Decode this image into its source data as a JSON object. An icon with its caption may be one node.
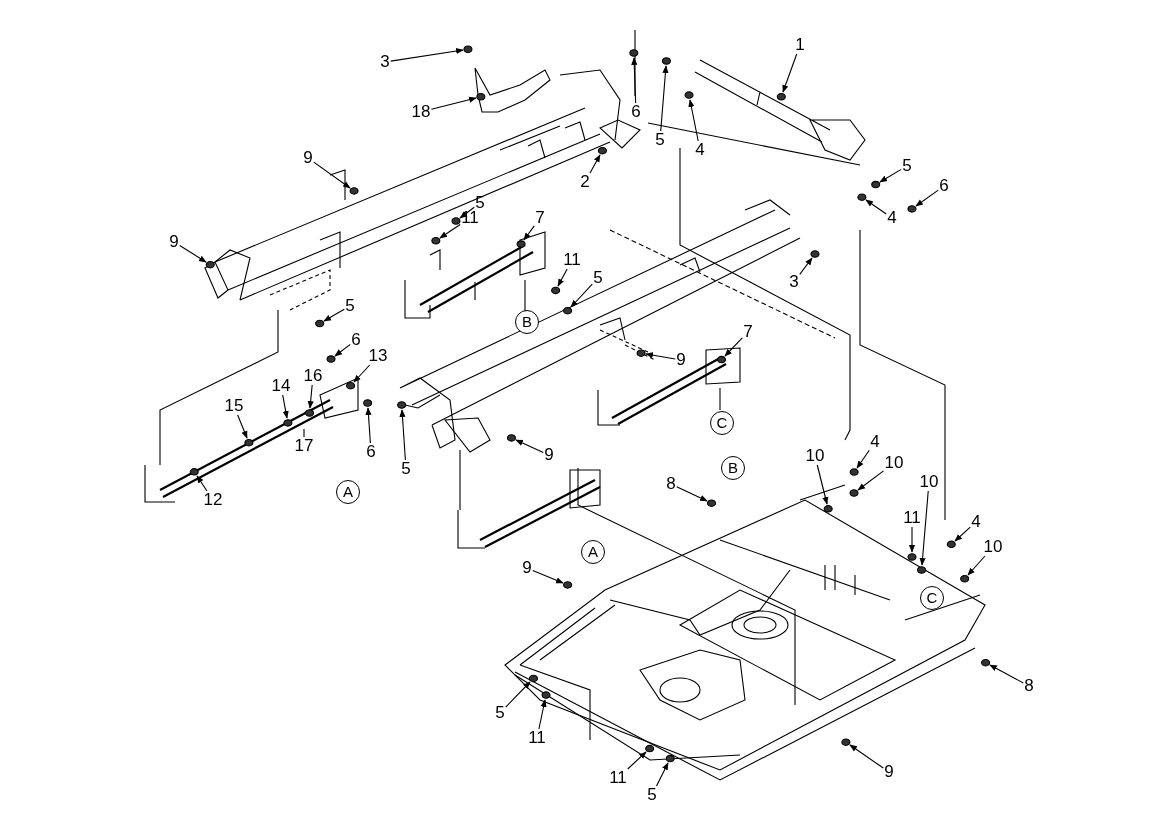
{
  "diagram": {
    "nodes": [
      {
        "text": [
          "3"
        ]
      },
      {
        "text": [
          "18"
        ]
      },
      {
        "text": [
          "1"
        ]
      },
      {
        "text": [
          "6"
        ]
      },
      {
        "text": [
          "5"
        ]
      },
      {
        "text": [
          "4"
        ]
      },
      {
        "text": [
          "2"
        ]
      },
      {
        "text": [
          "9"
        ]
      },
      {
        "text": [
          "5"
        ]
      },
      {
        "text": [
          "11"
        ]
      },
      {
        "text": [
          "7"
        ]
      },
      {
        "text": [
          "5"
        ]
      },
      {
        "text": [
          "6"
        ]
      },
      {
        "text": [
          "4"
        ]
      },
      {
        "text": [
          "9"
        ]
      },
      {
        "text": [
          "11"
        ]
      },
      {
        "text": [
          "5"
        ]
      },
      {
        "text": [
          "3"
        ]
      },
      {
        "text": [
          "5"
        ]
      },
      {
        "text": [
          "6"
        ]
      },
      {
        "text": [
          "13"
        ]
      },
      {
        "text": [
          "7"
        ]
      },
      {
        "text": [
          "9"
        ]
      },
      {
        "text": [
          "16"
        ]
      },
      {
        "text": [
          "14"
        ]
      },
      {
        "text": [
          "15"
        ]
      },
      {
        "text": [
          "17"
        ]
      },
      {
        "text": [
          "12"
        ]
      },
      {
        "text": [
          "6"
        ]
      },
      {
        "text": [
          "5"
        ]
      },
      {
        "text": [
          "9"
        ]
      },
      {
        "text": [
          "8"
        ]
      },
      {
        "text": [
          "10"
        ]
      },
      {
        "text": [
          "4"
        ]
      },
      {
        "text": [
          "10"
        ]
      },
      {
        "text": [
          "11"
        ]
      },
      {
        "text": [
          "10"
        ]
      },
      {
        "text": [
          "4"
        ]
      },
      {
        "text": [
          "10"
        ]
      },
      {
        "text": [
          "9"
        ]
      },
      {
        "text": [
          "8"
        ]
      },
      {
        "text": [
          "5"
        ]
      },
      {
        "text": [
          "11"
        ]
      },
      {
        "text": [
          "11"
        ]
      },
      {
        "text": [
          "5"
        ]
      },
      {
        "text": [
          "9"
        ]
      }
    ],
    "edges": [
      {
        "from": 0,
        "to": null,
        "arrow": "to"
      },
      {
        "from": 1,
        "to": null,
        "arrow": "to"
      },
      {
        "from": 2,
        "to": null,
        "arrow": "to"
      },
      {
        "from": 3,
        "to": null,
        "arrow": "to"
      },
      {
        "from": 4,
        "to": null,
        "arrow": "to"
      },
      {
        "from": 5,
        "to": null,
        "arrow": "to"
      },
      {
        "from": 6,
        "to": null,
        "arrow": "to"
      },
      {
        "from": 7,
        "to": null,
        "arrow": "to"
      },
      {
        "from": 8,
        "to": null,
        "arrow": "to"
      },
      {
        "from": 9,
        "to": null,
        "arrow": "to"
      },
      {
        "from": 10,
        "to": null,
        "arrow": "to"
      },
      {
        "from": 11,
        "to": null,
        "arrow": "to"
      },
      {
        "from": 12,
        "to": null,
        "arrow": "to"
      },
      {
        "from": 13,
        "to": null,
        "arrow": "to"
      },
      {
        "from": 14,
        "to": null,
        "arrow": "to"
      },
      {
        "from": 15,
        "to": null,
        "arrow": "to"
      },
      {
        "from": 16,
        "to": null,
        "arrow": "to"
      },
      {
        "from": 17,
        "to": null,
        "arrow": "to"
      },
      {
        "from": 18,
        "to": null,
        "arrow": "to"
      },
      {
        "from": 19,
        "to": null,
        "arrow": "to"
      },
      {
        "from": 20,
        "to": null,
        "arrow": "to"
      },
      {
        "from": 21,
        "to": null,
        "arrow": "to"
      },
      {
        "from": 22,
        "to": null,
        "arrow": "to"
      },
      {
        "from": 23,
        "to": null,
        "arrow": "to"
      },
      {
        "from": 24,
        "to": null,
        "arrow": "to"
      },
      {
        "from": 25,
        "to": null,
        "arrow": "to"
      },
      {
        "from": 26,
        "to": null,
        "arrow": "none"
      },
      {
        "from": 27,
        "to": null,
        "arrow": "to"
      },
      {
        "from": 28,
        "to": null,
        "arrow": "to"
      },
      {
        "from": 29,
        "to": null,
        "arrow": "to"
      },
      {
        "from": 30,
        "to": null,
        "arrow": "to"
      },
      {
        "from": 31,
        "to": null,
        "arrow": "to"
      },
      {
        "from": 32,
        "to": null,
        "arrow": "to"
      },
      {
        "from": 33,
        "to": null,
        "arrow": "to"
      },
      {
        "from": 34,
        "to": null,
        "arrow": "to"
      },
      {
        "from": 35,
        "to": null,
        "arrow": "to"
      },
      {
        "from": 36,
        "to": null,
        "arrow": "to"
      },
      {
        "from": 37,
        "to": null,
        "arrow": "to"
      },
      {
        "from": 38,
        "to": null,
        "arrow": "to"
      },
      {
        "from": 39,
        "to": null,
        "arrow": "to"
      },
      {
        "from": 40,
        "to": null,
        "arrow": "to"
      },
      {
        "from": 41,
        "to": null,
        "arrow": "to"
      },
      {
        "from": 42,
        "to": null,
        "arrow": "to"
      },
      {
        "from": 43,
        "to": null,
        "arrow": "to"
      },
      {
        "from": 44,
        "to": null,
        "arrow": "to"
      },
      {
        "from": 45,
        "to": null,
        "arrow": "to"
      }
    ],
    "labels": [
      "B",
      "C",
      "B",
      "A",
      "A",
      "C"
    ]
  }
}
